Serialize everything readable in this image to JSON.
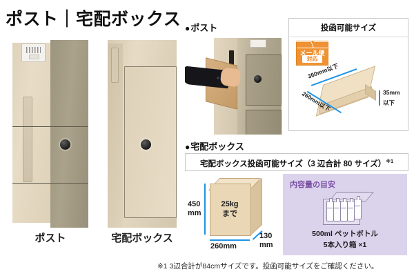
{
  "title": "ポスト｜宅配ボックス",
  "photos": [
    {
      "caption": "ポスト"
    },
    {
      "caption": "宅配ボックス"
    }
  ],
  "post_section": {
    "heading": "ポスト",
    "panel": {
      "title": "投函可能サイズ",
      "badge": {
        "line1": "メール便",
        "line2": "対応"
      },
      "dimensions": {
        "width": "360mm以下",
        "depth": "260mm以下",
        "height_line1": "35mm",
        "height_line2": "以下"
      }
    }
  },
  "delivery_section": {
    "heading": "宅配ボックス",
    "panel_title": "宅配ボックス投函可能サイズ（3 辺合計 80 サイズ）",
    "panel_title_note": "※1",
    "box": {
      "height_line1": "450",
      "height_line2": "mm",
      "width": "260mm",
      "depth_line1": "130",
      "depth_line2": "mm",
      "label_line1": "25kg",
      "label_line2": "まで"
    },
    "capacity": {
      "title": "内容量の目安",
      "caption_line1": "500ml ペットボトル",
      "caption_line2": "5本入り箱 ×1"
    }
  },
  "footnote": "※1 3辺合計が84cmサイズです。投函可能サイズをご確認ください。",
  "colors": {
    "orange": "#ef9233",
    "blue": "#1e93e6",
    "purple_panel": "#dbd2ec",
    "purple_text": "#7a4fa3",
    "cardboard": "#f0e0c4"
  }
}
